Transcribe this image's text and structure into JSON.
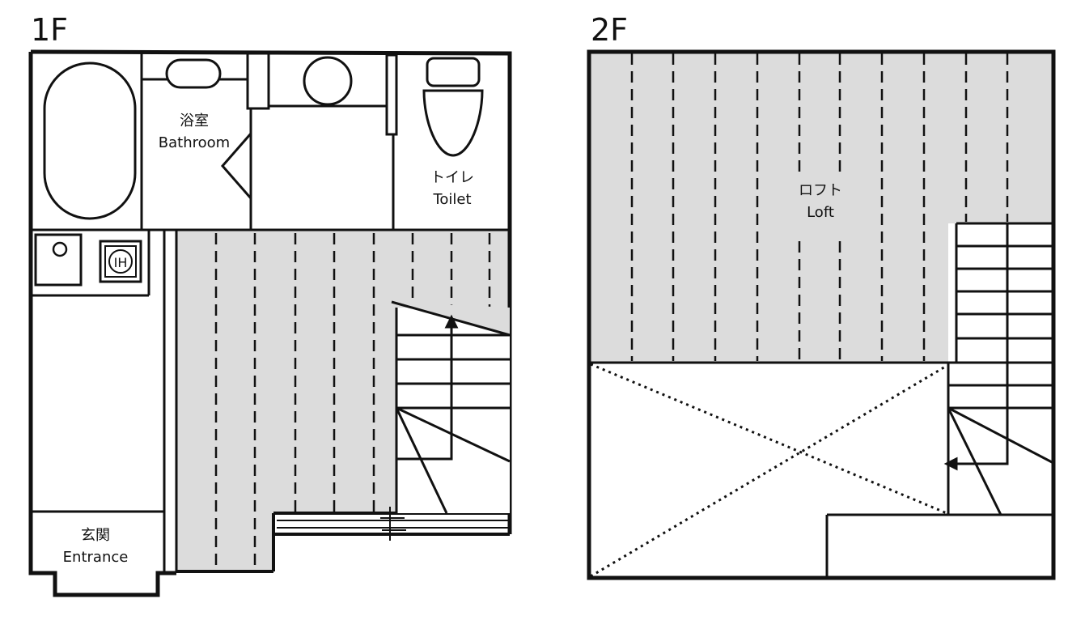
{
  "floors": {
    "first": {
      "label": "1F"
    },
    "second": {
      "label": "2F"
    }
  },
  "rooms": {
    "bathroom": {
      "jp": "浴室",
      "en": "Bathroom"
    },
    "toilet": {
      "jp": "トイレ",
      "en": "Toilet"
    },
    "entrance": {
      "jp": "玄関",
      "en": "Entrance"
    },
    "loft": {
      "jp": "ロフト",
      "en": "Loft"
    }
  },
  "fixtures": {
    "induction_cooktop": {
      "label": "IH"
    }
  },
  "colors": {
    "wall": "#111111",
    "floor_fill": "#dcdcdc",
    "background": "#ffffff"
  }
}
